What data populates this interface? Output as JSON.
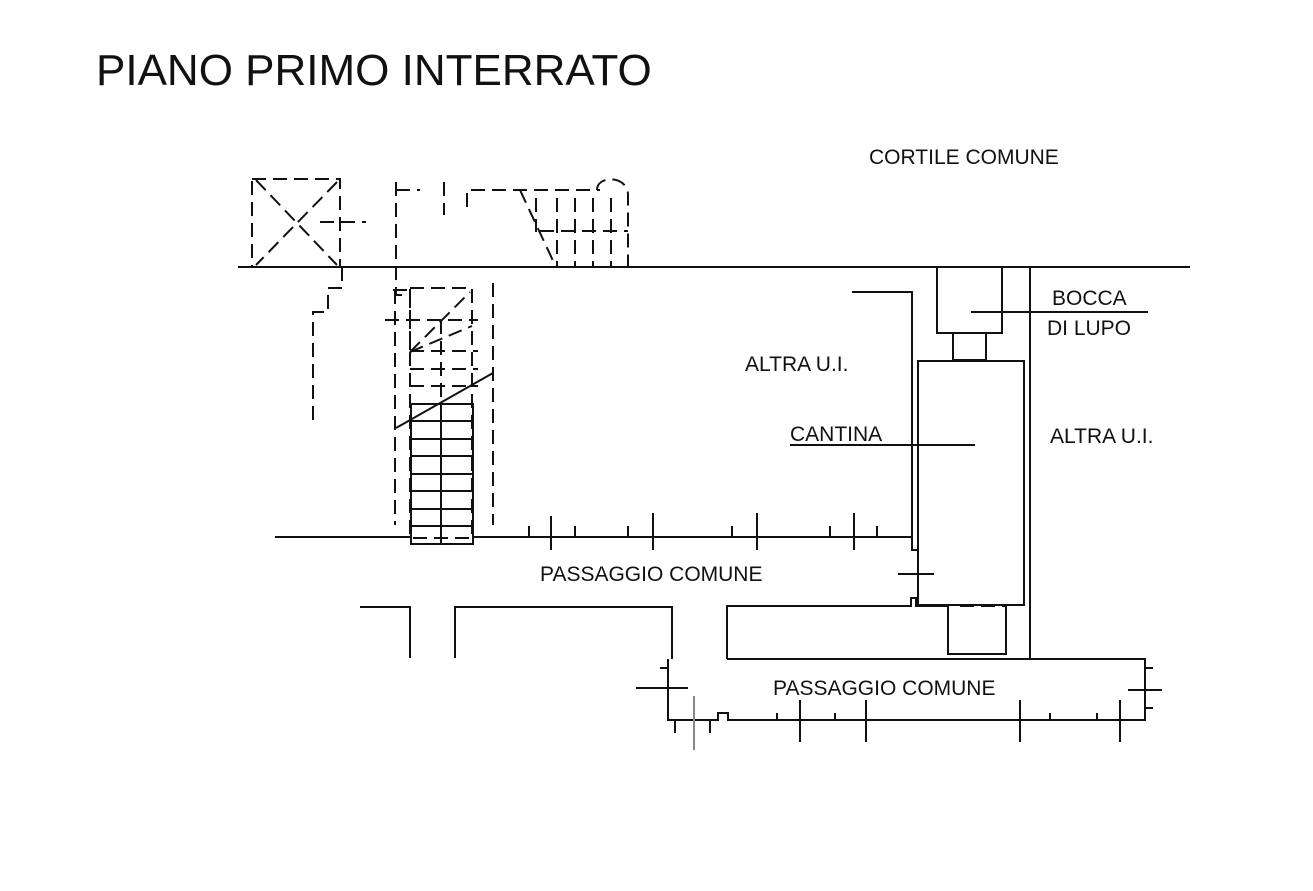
{
  "title": "PIANO PRIMO INTERRATO",
  "labels": {
    "cortile": "CORTILE COMUNE",
    "bocca_1": "BOCCA",
    "bocca_2": "DI LUPO",
    "altra_ui_left": "ALTRA U.I.",
    "altra_ui_right": "ALTRA U.I.",
    "cantina": "CANTINA",
    "passaggio_upper": "PASSAGGIO COMUNE",
    "passaggio_lower": "PASSAGGIO COMUNE"
  }
}
